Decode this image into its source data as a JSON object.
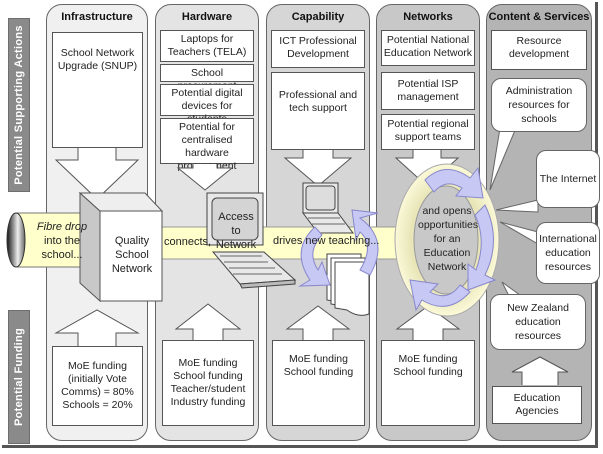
{
  "row_labels": {
    "top": "Potential  Supporting Actions",
    "bottom": "Potential Funding"
  },
  "columns": [
    {
      "title": "Infrastructure",
      "color": "#f0f0f0",
      "actions": [
        "School Network Upgrade (SNUP)"
      ],
      "funding": "MoE funding (initially Vote Comms) = 80% Schools = 20%"
    },
    {
      "title": "Hardware",
      "color": "#e4e4e4",
      "actions": [
        "Laptops for Teachers (TELA)",
        "School procurement",
        "Potential digital devices for students",
        "Potential for centralised hardware procurement"
      ],
      "funding": "MoE funding School funding Teacher/student Industry funding"
    },
    {
      "title": "Capability",
      "color": "#d6d6d6",
      "actions": [
        "ICT Professional Development",
        "Professional and tech support"
      ],
      "funding": "MoE funding School funding"
    },
    {
      "title": "Networks",
      "color": "#c8c8c8",
      "actions": [
        "Potential National Education Network",
        "Potential ISP management",
        "Potential regional support teams"
      ],
      "funding": "MoE funding School funding"
    },
    {
      "title": "Content & Services",
      "color": "#b4b4b4",
      "actions": [
        "Resource development"
      ],
      "bubbles": [
        "Administration resources for schools",
        "The Internet",
        "International education resources",
        "New Zealand education resources"
      ],
      "funding": "Education Agencies"
    }
  ],
  "flow": {
    "pipe_text": "Fibre drop into the school...",
    "pipe_text_italic": "Fibre drop",
    "pipe_text_rest": "into the school...",
    "cube_text": "Quality School Network",
    "connects": "connects,",
    "laptop_screen": "Access to Network",
    "drives": "drives new teaching...",
    "cycle_text": "and opens opportunities for an Education Network"
  },
  "colors": {
    "flow_band": "#ffffcc",
    "cycle_arrows": "#c8c8f4",
    "ring": "#f2f0c0",
    "label_bar": "#8a8a8a"
  }
}
